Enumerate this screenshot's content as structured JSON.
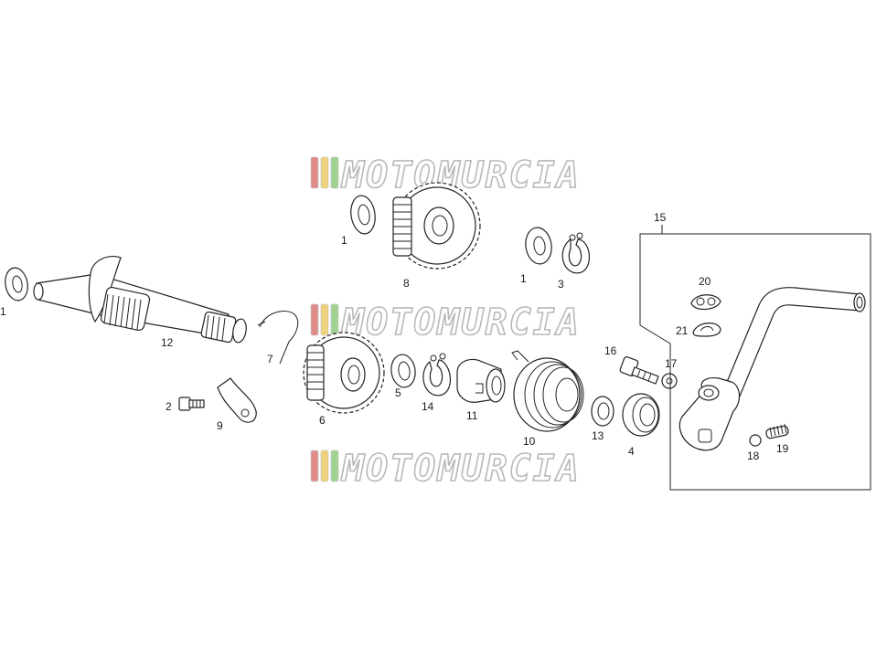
{
  "watermark": {
    "text": "MOTOMURCIA",
    "stripe_colors": [
      "#e08a8a",
      "#f0d27a",
      "#9fd38f"
    ]
  },
  "labels": {
    "p1a": "1",
    "p1b": "1",
    "p1c": "1",
    "p2": "2",
    "p3": "3",
    "p4": "4",
    "p5": "5",
    "p6": "6",
    "p7": "7",
    "p8": "8",
    "p9": "9",
    "p10": "10",
    "p11": "11",
    "p12": "12",
    "p13": "13",
    "p14": "14",
    "p15": "15",
    "p16": "16",
    "p17": "17",
    "p18": "18",
    "p19": "19",
    "p20": "20",
    "p21": "21"
  }
}
